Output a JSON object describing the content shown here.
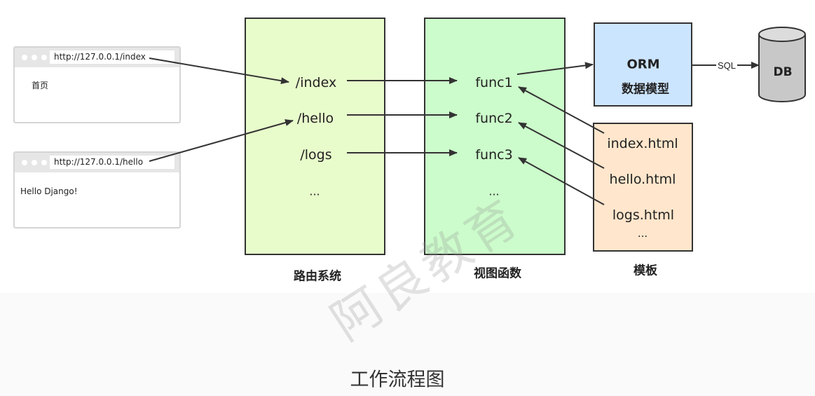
{
  "browsers": [
    {
      "url": "http://127.0.0.1/index",
      "content": "首页"
    },
    {
      "url": "http://127.0.0.1/hello",
      "content": "Hello Django!"
    }
  ],
  "routes": {
    "items": [
      "/index",
      "/hello",
      "/logs",
      "..."
    ],
    "caption": "路由系统",
    "color": "#e8fccb"
  },
  "views": {
    "items": [
      "func1",
      "func2",
      "func3",
      "..."
    ],
    "caption": "视图函数",
    "color": "#ccfccb"
  },
  "orm": {
    "title": "ORM",
    "subtitle": "数据模型",
    "color": "#cce5ff"
  },
  "sql_label": "SQL",
  "db": {
    "label": "DB",
    "color": "#c8c8c8"
  },
  "templates": {
    "items": [
      "index.html",
      "hello.html",
      "logs.html",
      "..."
    ],
    "caption": "模板",
    "color": "#ffe6cc"
  },
  "watermark": "阿良教育",
  "footer_title": "工作流程图"
}
